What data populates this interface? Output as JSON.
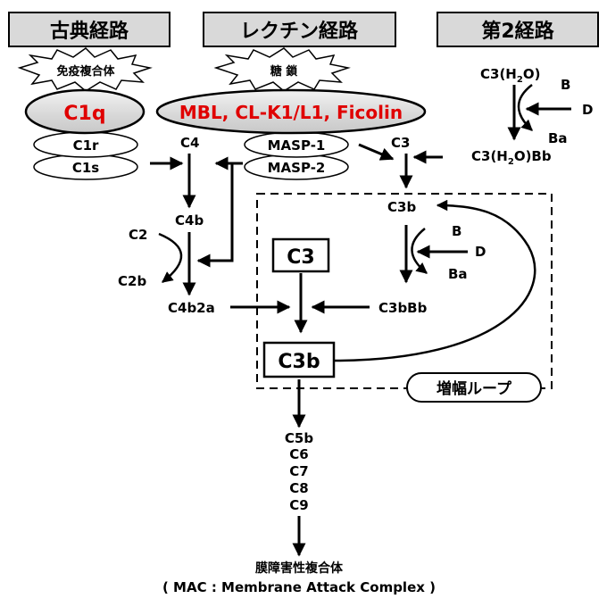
{
  "headers": {
    "classical": "古典経路",
    "lectin": "レクチン経路",
    "alternative": "第2経路"
  },
  "classical": {
    "trigger": "免疫複合体",
    "c1q": "C1q",
    "c1r": "C1r",
    "c1s": "C1s"
  },
  "lectin": {
    "trigger": "糖 鎖",
    "recognition": "MBL, CL-K1/L1, Ficolin",
    "masp1": "MASP-1",
    "masp2": "MASP-2"
  },
  "alternative": {
    "c3h2o": "C3(H",
    "c3h2o_sub": "2",
    "c3h2o_end": "O)",
    "b": "B",
    "d": "D",
    "ba": "Ba",
    "c3bb": "C3(H",
    "c3bb_sub": "2",
    "c3bb_end": "O)Bb"
  },
  "cascade": {
    "c4": "C4",
    "c4b": "C4b",
    "c2": "C2",
    "c2b": "C2b",
    "c4b2a": "C4b2a",
    "c3_top": "C3",
    "c3b_loop": "C3b",
    "loop_b": "B",
    "loop_d": "D",
    "loop_ba": "Ba",
    "c3_box": "C3",
    "c3bbb": "C3bBb",
    "c3b_box": "C3b",
    "amp_loop": "増幅ループ"
  },
  "terminal": {
    "components": [
      "C5b",
      "C6",
      "C7",
      "C8",
      "C9"
    ],
    "mac": "膜障害性複合体",
    "mac_en": "( MAC : Membrane Attack Complex )"
  },
  "colors": {
    "header_fill": "#d9d9d9",
    "ellipse_fill": "#d9d9d9",
    "accent_red": "#e00000"
  }
}
